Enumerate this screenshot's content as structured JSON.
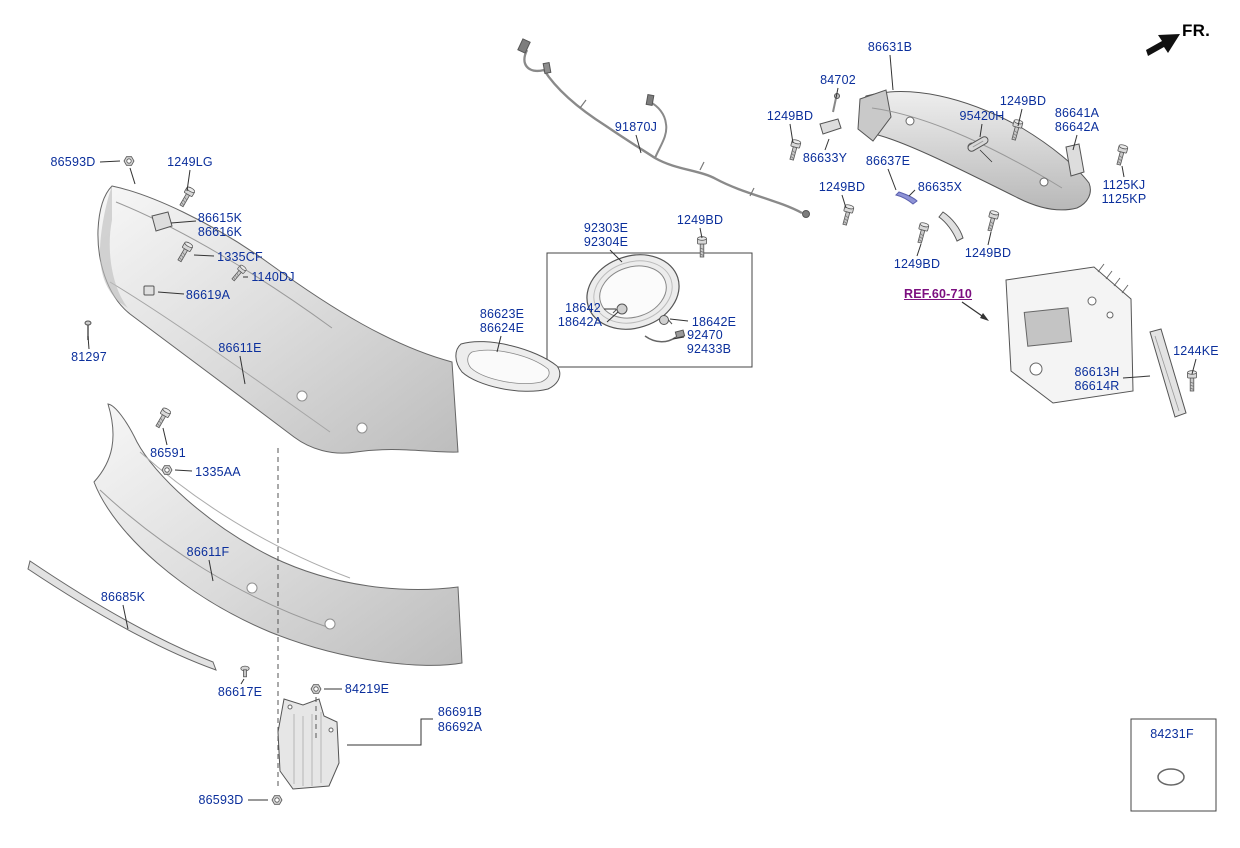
{
  "direction_indicator": {
    "label": "FR.",
    "icon": "arrow-up-right"
  },
  "reference": {
    "label": "REF.60-710"
  },
  "colors": {
    "part_label": "#0b2f9c",
    "reference_link": "#7c0f80",
    "diagram_line": "#333333",
    "part_fill": "#d9d9d9"
  },
  "labels": [
    {
      "id": "86593D-top",
      "text": "86593D"
    },
    {
      "id": "1249LG",
      "text": "1249LG"
    },
    {
      "id": "86615K",
      "text": "86615K"
    },
    {
      "id": "86616K",
      "text": "86616K"
    },
    {
      "id": "1335CF",
      "text": "1335CF"
    },
    {
      "id": "1140DJ",
      "text": "1140DJ"
    },
    {
      "id": "86619A",
      "text": "86619A"
    },
    {
      "id": "81297",
      "text": "81297"
    },
    {
      "id": "86611E",
      "text": "86611E"
    },
    {
      "id": "86591",
      "text": "86591"
    },
    {
      "id": "1335AA",
      "text": "1335AA"
    },
    {
      "id": "86611F",
      "text": "86611F"
    },
    {
      "id": "86685K",
      "text": "86685K"
    },
    {
      "id": "86617E",
      "text": "86617E"
    },
    {
      "id": "84219E",
      "text": "84219E"
    },
    {
      "id": "86691B",
      "text": "86691B"
    },
    {
      "id": "86692A",
      "text": "86692A"
    },
    {
      "id": "86593D-bottom",
      "text": "86593D"
    },
    {
      "id": "91870J",
      "text": "91870J"
    },
    {
      "id": "92303E",
      "text": "92303E"
    },
    {
      "id": "92304E",
      "text": "92304E"
    },
    {
      "id": "1249BD-lamp",
      "text": "1249BD"
    },
    {
      "id": "86623E",
      "text": "86623E"
    },
    {
      "id": "86624E",
      "text": "86624E"
    },
    {
      "id": "18642",
      "text": "18642"
    },
    {
      "id": "18642A",
      "text": "18642A"
    },
    {
      "id": "18642E",
      "text": "18642E"
    },
    {
      "id": "92470",
      "text": "92470"
    },
    {
      "id": "92433B",
      "text": "92433B"
    },
    {
      "id": "86631B",
      "text": "86631B"
    },
    {
      "id": "84702",
      "text": "84702"
    },
    {
      "id": "1249BD-beam-left",
      "text": "1249BD"
    },
    {
      "id": "1249BD-beam-topright",
      "text": "1249BD"
    },
    {
      "id": "95420H",
      "text": "95420H"
    },
    {
      "id": "86641A",
      "text": "86641A"
    },
    {
      "id": "86642A",
      "text": "86642A"
    },
    {
      "id": "86633Y",
      "text": "86633Y"
    },
    {
      "id": "86637E",
      "text": "86637E"
    },
    {
      "id": "1249BD-beam-mid",
      "text": "1249BD"
    },
    {
      "id": "86635X",
      "text": "86635X"
    },
    {
      "id": "1125KJ",
      "text": "1125KJ"
    },
    {
      "id": "1125KP",
      "text": "1125KP"
    },
    {
      "id": "1249BD-below-left",
      "text": "1249BD"
    },
    {
      "id": "1249BD-below-right",
      "text": "1249BD"
    },
    {
      "id": "1244KE",
      "text": "1244KE"
    },
    {
      "id": "86613H",
      "text": "86613H"
    },
    {
      "id": "86614R",
      "text": "86614R"
    },
    {
      "id": "84231F",
      "text": "84231F"
    }
  ]
}
